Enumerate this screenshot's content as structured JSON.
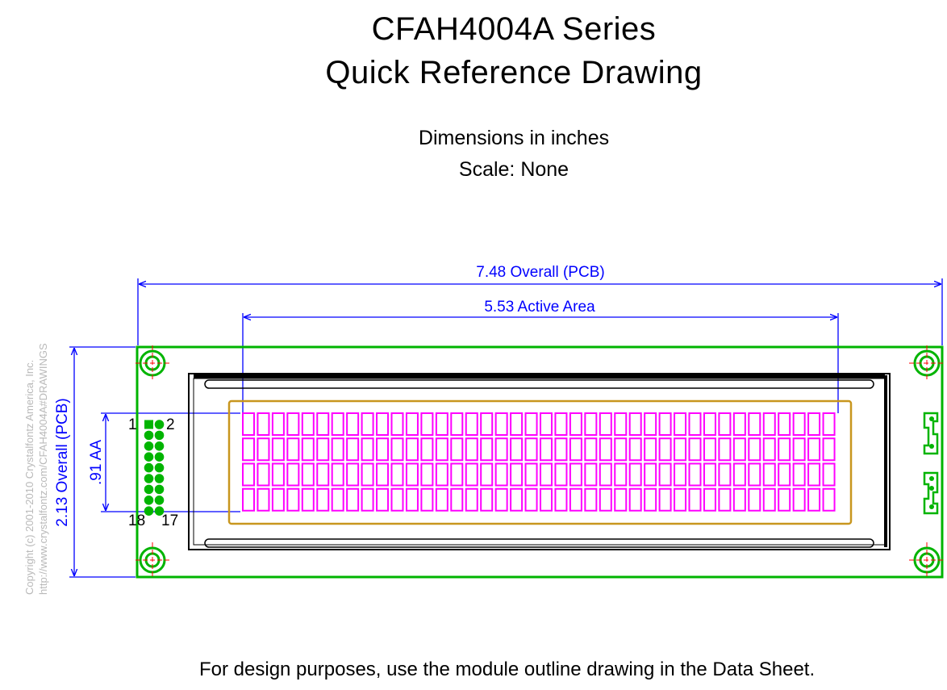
{
  "header": {
    "title_line1": "CFAH4004A Series",
    "title_line2": "Quick Reference Drawing",
    "units": "Dimensions in inches",
    "scale": "Scale: None"
  },
  "dimensions": {
    "overall_width": "7.48 Overall (PCB)",
    "active_area_width": "5.53 Active Area",
    "overall_height": "2.13 Overall (PCB)",
    "active_area_height": ".91 AA"
  },
  "connector": {
    "pin_top_left": "1",
    "pin_top_right": "2",
    "pin_bottom_left": "18",
    "pin_bottom_right": "17"
  },
  "display": {
    "rows": 4,
    "columns": 40
  },
  "colors": {
    "pcb_outline": "#00b400",
    "dimension_lines": "#0000ff",
    "characters": "#ff00ff",
    "viewing_area": "#c8961e",
    "mounting_crosshair": "#ff0000",
    "bezel": "#000000"
  },
  "copyright": {
    "line1": "Copyright (c) 2001-2010 Crystalfontz America, Inc.",
    "line2": "http://www.crystalfontz.com/CFAH4004A#DRAWINGS"
  },
  "footer": "For design purposes, use the module outline drawing in the Data Sheet."
}
